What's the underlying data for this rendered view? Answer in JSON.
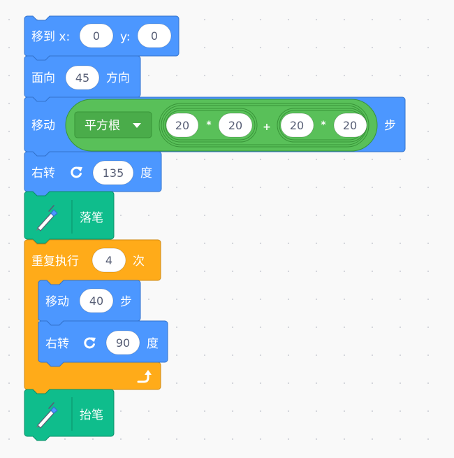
{
  "colors": {
    "motion": "#4c97ff",
    "motion_border": "#3373cc",
    "operator": "#59c059",
    "operator_border": "#389438",
    "control": "#ffab19",
    "control_border": "#cf8b17",
    "pen": "#0fbd8c",
    "pen_border": "#0b8e69",
    "input_text": "#575e75",
    "canvas": "#f9f9f9"
  },
  "blocks": {
    "goto": {
      "label": "移到 x:",
      "y_label": "y:",
      "x": "0",
      "y": "0"
    },
    "point": {
      "label": "面向",
      "value": "45",
      "suffix": "方向"
    },
    "move_main": {
      "label": "移动",
      "suffix": "步",
      "sqrt": {
        "label": "平方根",
        "dropdown_icon": "caret-down-icon",
        "left": {
          "a": "20",
          "op": "*",
          "b": "20"
        },
        "plus": "+",
        "right": {
          "a": "20",
          "op": "*",
          "b": "20"
        }
      }
    },
    "turn_main": {
      "label": "右转",
      "icon": "rotate-right-icon",
      "value": "135",
      "suffix": "度"
    },
    "pen_down": {
      "label": "落笔",
      "icon": "pen-icon"
    },
    "repeat": {
      "label": "重复执行",
      "times": "4",
      "suffix": "次",
      "loop_icon": "loop-arrow-icon",
      "inner": {
        "move": {
          "label": "移动",
          "value": "40",
          "suffix": "步"
        },
        "turn": {
          "label": "右转",
          "icon": "rotate-right-icon",
          "value": "90",
          "suffix": "度"
        }
      }
    },
    "pen_up": {
      "label": "抬笔",
      "icon": "pen-icon"
    }
  }
}
